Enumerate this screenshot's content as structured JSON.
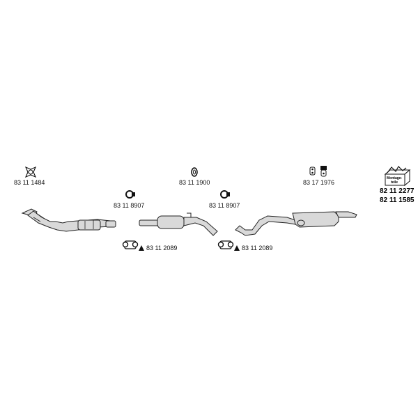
{
  "diagram": {
    "labels": {
      "gasket": "83 11 1484",
      "clamp_a": "83 11 8907",
      "ring_clamp": "83 11 1900",
      "clamp_b": "83 11 8907",
      "hangers": "83 17 1976",
      "connector_a": "83 11 2089",
      "connector_b": "83 11 2089",
      "kit_1": "82 11 2277",
      "kit_2": "82 11 1585"
    },
    "kit_box_text": [
      "Montage-",
      "teile"
    ],
    "colors": {
      "line": "#222222",
      "part_fill": "#d9d9d9",
      "text": "#111111"
    }
  }
}
